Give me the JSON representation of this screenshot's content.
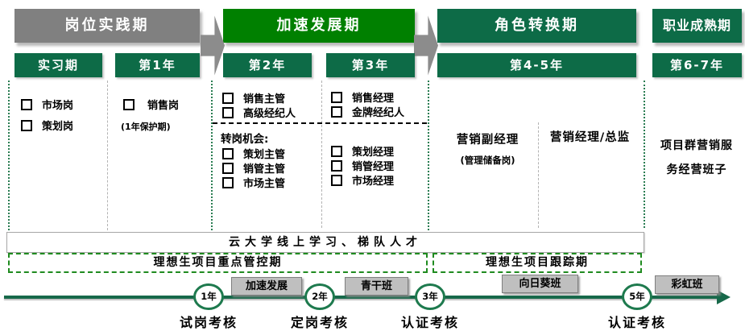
{
  "phases": [
    {
      "label": "岗位实践期"
    },
    {
      "label": "加速发展期"
    },
    {
      "label": "角色转换期"
    },
    {
      "label": "职业成熟期"
    }
  ],
  "years": [
    {
      "label": "实习期"
    },
    {
      "label": "第1年"
    },
    {
      "label": "第2年"
    },
    {
      "label": "第3年"
    },
    {
      "label": "第4-5年"
    },
    {
      "label": "第6-7年"
    }
  ],
  "columns": {
    "intern": {
      "items": [
        "市场岗",
        "策划岗"
      ]
    },
    "year1": {
      "items": [
        "销售岗"
      ],
      "note": "(1年保护期)"
    },
    "year2": {
      "items": [
        "销售主管",
        "高级经纪人"
      ],
      "transfer_title": "转岗机会:",
      "transfer_items": [
        "策划主管",
        "销管主管",
        "市场主管"
      ]
    },
    "year3": {
      "items": [
        "销售经理",
        "金牌经纪人"
      ],
      "transfer_items": [
        "策划经理",
        "销管经理",
        "市场经理"
      ]
    },
    "year45": {
      "role1": "营销副经理",
      "role1_note": "(管理储备岗)",
      "role2": "营销经理/总监"
    },
    "year67": {
      "role": "项目群营销服务经营班子"
    }
  },
  "bands": {
    "online_learning": "云大学线上学习、梯队人才",
    "key_control": "理想生项目重点管控期",
    "tracking": "理想生项目跟踪期"
  },
  "timeline": {
    "classes": [
      {
        "label": "加速发展"
      },
      {
        "label": "青干班"
      },
      {
        "label": "向日葵班"
      },
      {
        "label": "彩虹班"
      }
    ],
    "milestones": [
      {
        "year": "1年",
        "label": "试岗考核"
      },
      {
        "year": "2年",
        "label": "定岗考核"
      },
      {
        "year": "3年",
        "label": "认证考核"
      },
      {
        "year": "5年",
        "label": "认证考核"
      }
    ]
  },
  "colors": {
    "phase_gray": "#808080",
    "phase_bright_green": "#008000",
    "phase_dark_green": "#0d6b47",
    "timeline_green": "#17694a",
    "dashed_green": "#1f8b1f",
    "class_box_gray": "#bfbfbf"
  }
}
